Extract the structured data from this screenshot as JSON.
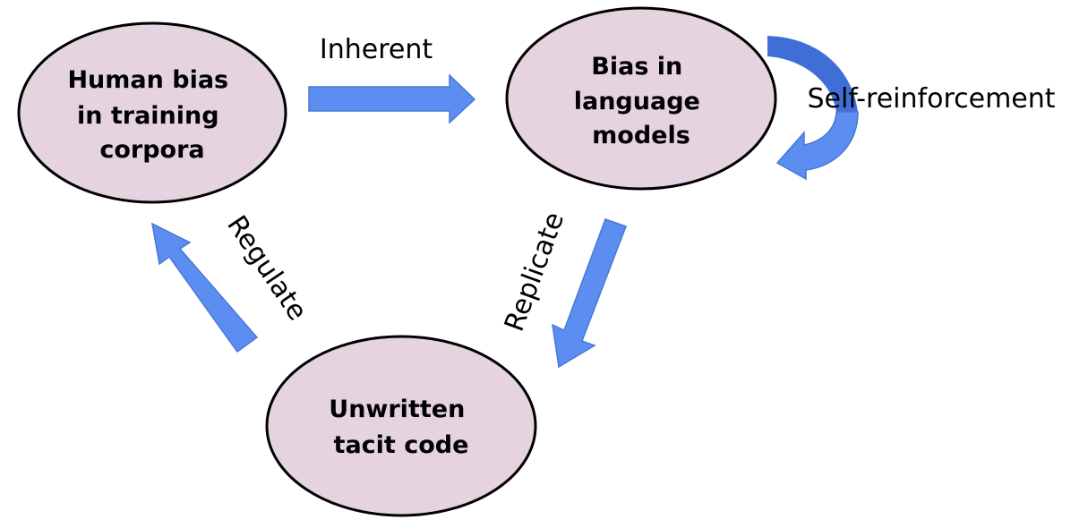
{
  "colors": {
    "node_fill": "#e5d3df",
    "node_stroke": "#000000",
    "arrow_fill": "#5b8ef0",
    "arrow_dark": "#3f6fd6"
  },
  "nodes": {
    "human_bias": [
      "Human bias",
      "in training",
      "corpora"
    ],
    "bias_lm": [
      "Bias in",
      "language",
      "models"
    ],
    "tacit_code": [
      "Unwritten",
      "tacit code"
    ]
  },
  "edges": {
    "inherent": "Inherent",
    "self_reinforcement": "Self-reinforcement",
    "replicate": "Replicate",
    "regulate": "Regulate"
  }
}
